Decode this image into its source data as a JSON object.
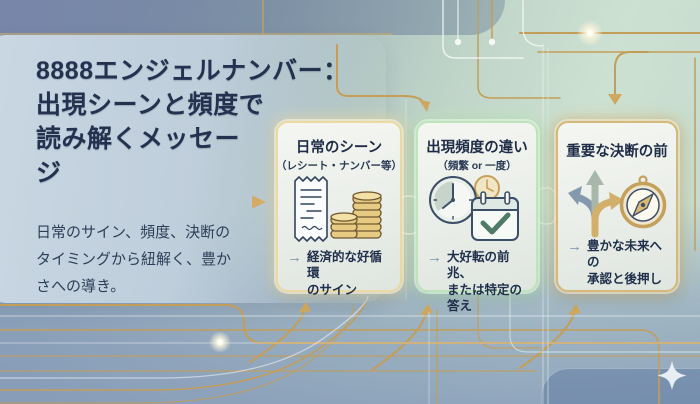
{
  "poster": {
    "title_lines": [
      "8888エンジェルナンバー：",
      "出現シーンと頻度で",
      "読み解くメッセー",
      "ジ"
    ],
    "subtitle_lines": [
      "日常のサイン、頻度、決断の",
      "タイミングから紐解く、豊か",
      "さへの導き。"
    ]
  },
  "cards": [
    {
      "heading": "日常のシーン",
      "subheading": "（レシート・ナンバー等）",
      "arrow_glyph": "→",
      "result_lines": [
        "経済的な好循環",
        "のサイン"
      ],
      "icons": [
        "receipt-icon",
        "coin-stacks-icon"
      ],
      "accent_color": "#ecd9a4"
    },
    {
      "heading": "出現頻度の違い",
      "subheading": "（頻繁 or 一度）",
      "arrow_glyph": "→",
      "result_lines": [
        "大好転の前兆、",
        "または特定の答え"
      ],
      "icons": [
        "clock-icon",
        "calendar-check-icon"
      ],
      "accent_color": "#bfe4bb"
    },
    {
      "heading": "重要な決断の前",
      "subheading": "",
      "arrow_glyph": "→",
      "result_lines": [
        "豊かな未来への",
        "承認と後押し"
      ],
      "icons": [
        "branching-arrows-icon",
        "compass-icon"
      ],
      "accent_color": "#d5b87c"
    }
  ],
  "colors": {
    "title_text": "#243250",
    "gold_line": "#c49d58",
    "card1_glow": "#f0dfad",
    "card2_glow": "#c9e9c4",
    "card3_glow": "#dcc083",
    "background_slate": "#8496ac",
    "background_green": "#cde1d2",
    "background_blue": "#8ba3bd"
  }
}
